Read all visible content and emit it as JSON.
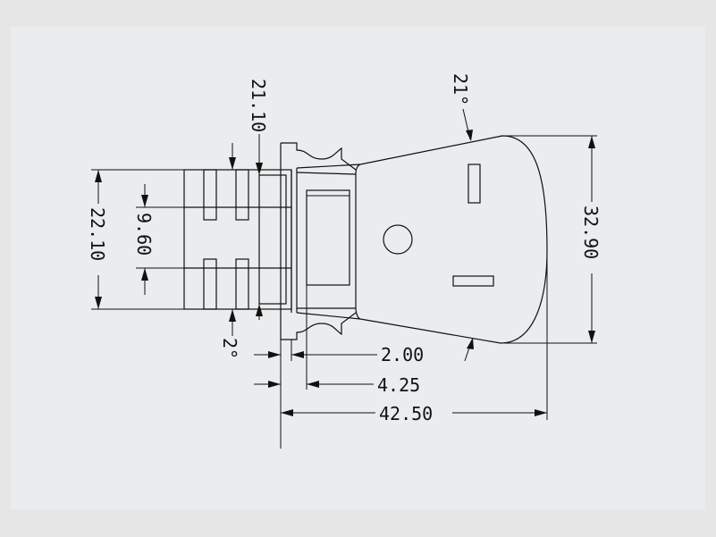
{
  "drawing": {
    "background": "#eaecee",
    "line_color": "#111111",
    "dimensions": {
      "total_length": "42.50",
      "height_right": "32.90",
      "height_left": "22.10",
      "pin_spacing": "9.60",
      "pin_width": "21.10",
      "offset_a": "2.00",
      "offset_b": "4.25",
      "angle_top": "21°",
      "angle_bottom": "2°"
    }
  }
}
